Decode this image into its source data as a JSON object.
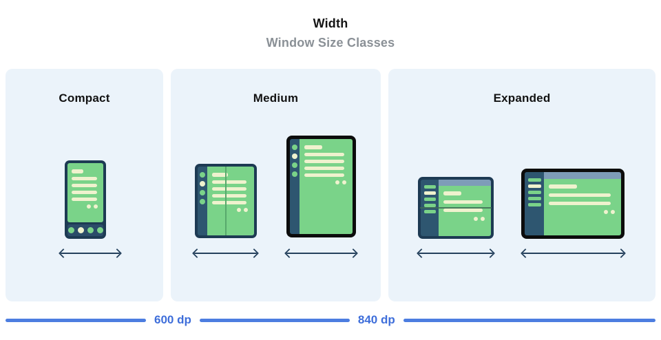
{
  "header": {
    "title": "Width",
    "subtitle": "Window Size Classes"
  },
  "panels": [
    {
      "id": "compact",
      "title": "Compact",
      "devices": [
        "phone"
      ]
    },
    {
      "id": "medium",
      "title": "Medium",
      "devices": [
        "foldable-open-portrait",
        "tablet-portrait"
      ]
    },
    {
      "id": "expanded",
      "title": "Expanded",
      "devices": [
        "foldable-open-landscape",
        "tablet-landscape"
      ]
    }
  ],
  "axis": {
    "breakpoints": [
      "600 dp",
      "840 dp"
    ]
  },
  "colors": {
    "accent_blue_line": "#4C7DE0",
    "accent_blue_text": "#3E6EDA",
    "panel_background": "#EBF3FA",
    "device_screen_green": "#7AD389",
    "content_line_cream": "#EFF2CE",
    "frame_navy": "#1D3A53",
    "rail_navy": "#2E5670",
    "topbar_blue_gray": "#7E9CB8",
    "frame_black": "#0C0C0C",
    "arrow_navy": "#24405C"
  }
}
